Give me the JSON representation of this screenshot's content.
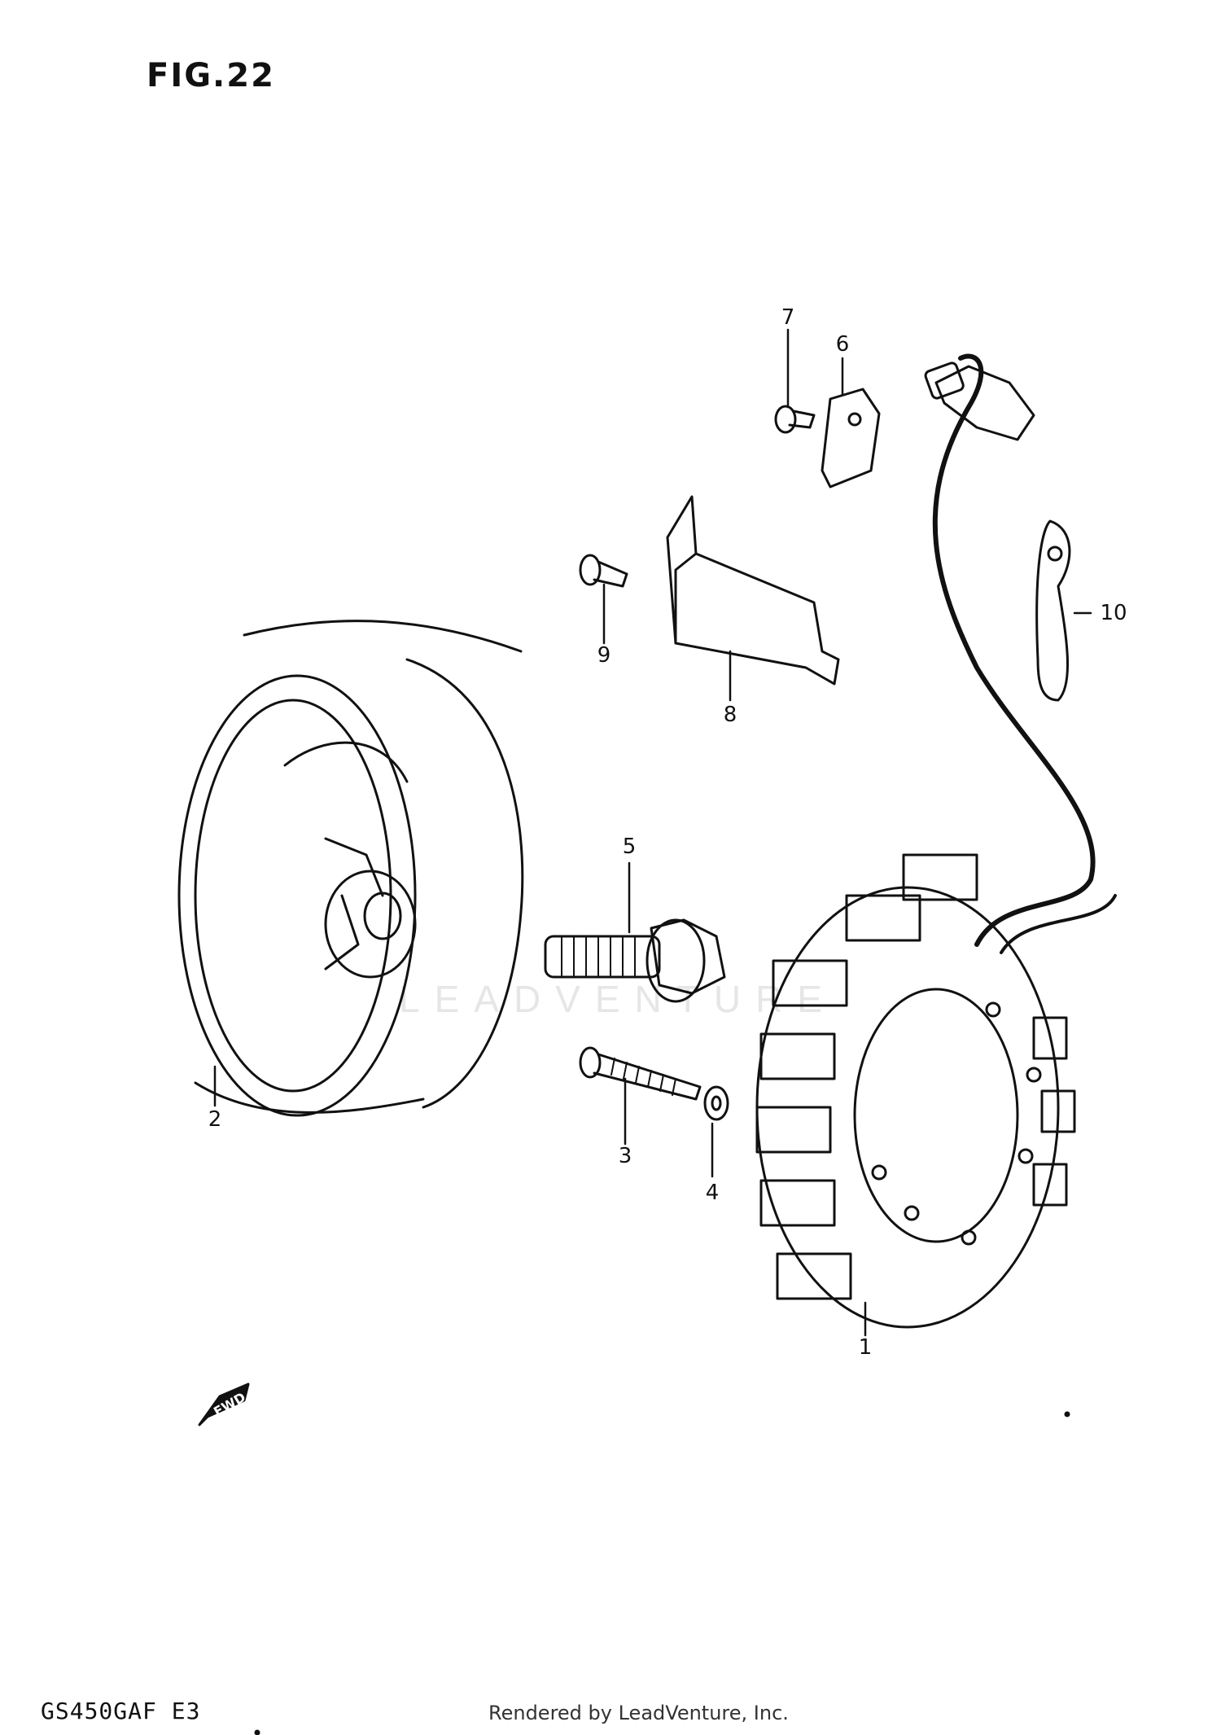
{
  "figure": {
    "title": "FIG.22"
  },
  "callouts": [
    {
      "id": "1",
      "label": "1"
    },
    {
      "id": "2",
      "label": "2"
    },
    {
      "id": "3",
      "label": "3"
    },
    {
      "id": "4",
      "label": "4"
    },
    {
      "id": "5",
      "label": "5"
    },
    {
      "id": "6",
      "label": "6"
    },
    {
      "id": "7",
      "label": "7"
    },
    {
      "id": "8",
      "label": "8"
    },
    {
      "id": "9",
      "label": "9"
    },
    {
      "id": "10",
      "label": "10"
    }
  ],
  "direction_badge": {
    "label": "FWD"
  },
  "footer": {
    "model_code": "GS450GAF  E3",
    "credit": "Rendered by LeadVenture, Inc."
  },
  "watermark": {
    "text": "LEADVENTURE"
  },
  "colors": {
    "line": "#111111",
    "background": "#ffffff",
    "watermark": "#e6e6e6"
  }
}
